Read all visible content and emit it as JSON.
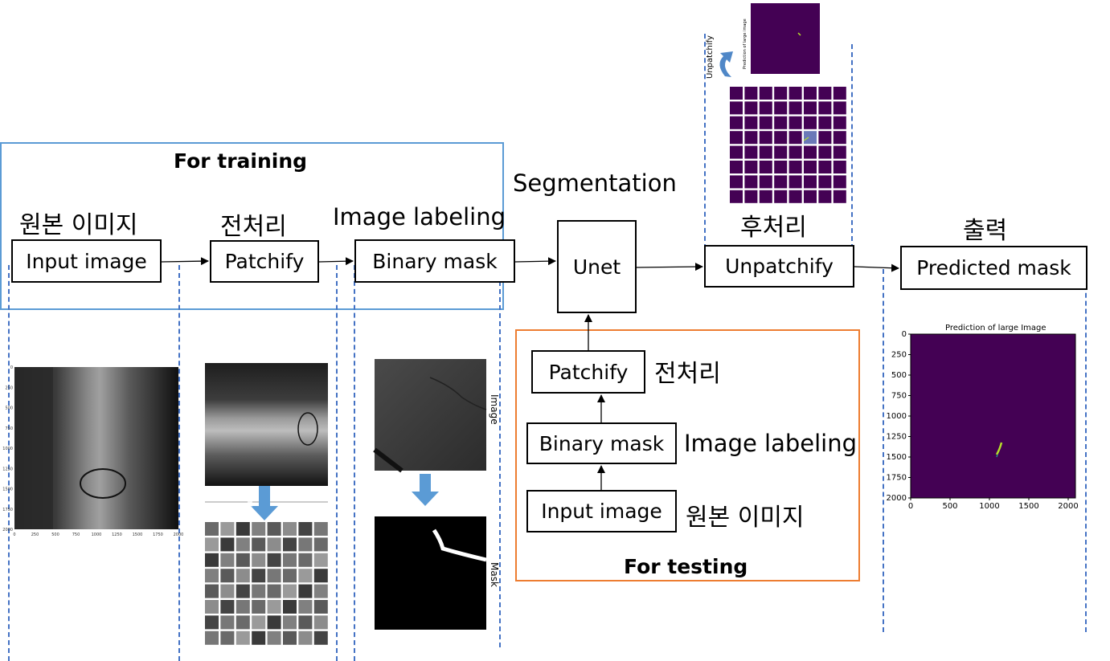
{
  "regions": {
    "training_title": "For training",
    "testing_title": "For testing"
  },
  "headings": {
    "original_image_top": "원본 이미지",
    "preprocess_top": "전처리",
    "image_labeling_top": "Image labeling",
    "segmentation": "Segmentation",
    "postprocess": "후처리",
    "output": "출력",
    "preprocess_test": "전처리",
    "image_labeling_test": "Image labeling",
    "original_image_test": "원본 이미지"
  },
  "boxes": {
    "input_image": "Input image",
    "patchify": "Patchify",
    "binary_mask": "Binary mask",
    "unet": "Unet",
    "unpatchify": "Unpatchify",
    "predicted_mask": "Predicted mask",
    "test_patchify": "Patchify",
    "test_binary_mask": "Binary mask",
    "test_input_image": "Input image"
  },
  "thumbnails": {
    "patchify_arrow_label": "Patchify",
    "image_label": "Image",
    "mask_label": "Mask",
    "unpatchify_label": "Unpatchify",
    "prediction_title": "Prediction of large Image",
    "prediction_small_title": "Prediction of large image",
    "prediction_y_ticks": [
      "0",
      "250",
      "500",
      "750",
      "1000",
      "1250",
      "1500",
      "1750",
      "2000"
    ],
    "prediction_x_ticks": [
      "0",
      "500",
      "1000",
      "1500",
      "2000"
    ],
    "input_x_ticks": [
      "0",
      "250",
      "500",
      "750",
      "1000",
      "1250",
      "1500",
      "1750",
      "2000"
    ],
    "input_y_ticks": [
      "0",
      "250",
      "500",
      "750",
      "1000",
      "1250",
      "1500",
      "1750",
      "2000"
    ]
  },
  "colors": {
    "training_border": "#5b9bd5",
    "testing_border": "#ed7d31",
    "dashed": "#4472c4",
    "viridis_dark": "#440154",
    "patch_highlight": "#6b79b8",
    "down_arrow": "#5b9bd5"
  }
}
